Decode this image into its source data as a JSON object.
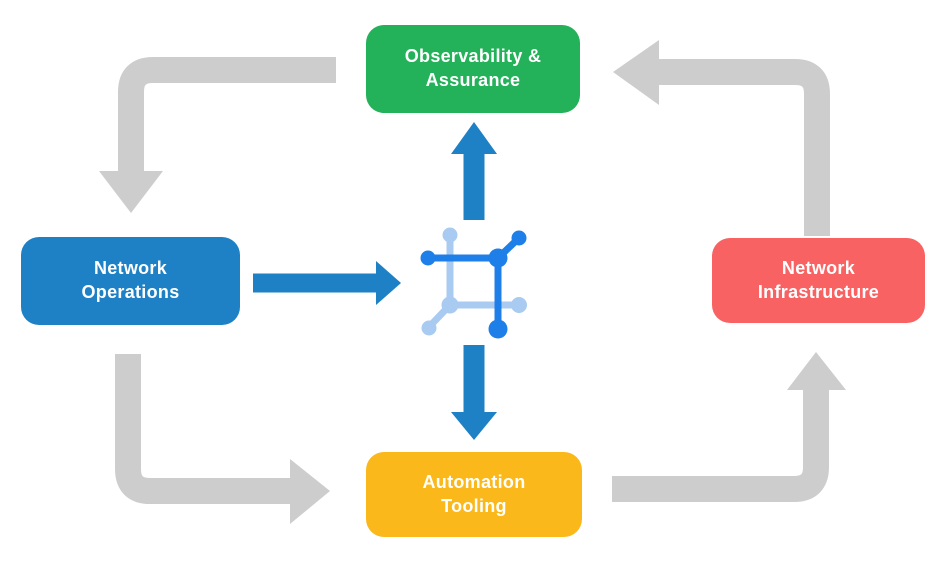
{
  "canvas": {
    "background": "#ffffff"
  },
  "nodes": {
    "observability": {
      "label": "Observability &\nAssurance",
      "color": "#23b159"
    },
    "operations": {
      "label": "Network\nOperations",
      "color": "#1e81c5"
    },
    "infrastructure": {
      "label": "Network\nInfrastructure",
      "color": "#f96262"
    },
    "automation": {
      "label": "Automation\nTooling",
      "color": "#fbb81a"
    }
  },
  "center_icon": {
    "name": "network-mesh-icon",
    "dark_blue": "#1f7fe8",
    "light_blue": "#a9cbf2"
  },
  "arrows": {
    "gray_color": "#cdcdcd",
    "blue_color": "#1e81c5",
    "flows": [
      {
        "from": "Observability & Assurance",
        "to": "Network Operations",
        "style": "gray-elbow"
      },
      {
        "from": "Network Operations",
        "to": "Automation Tooling",
        "style": "gray-elbow"
      },
      {
        "from": "Automation Tooling",
        "to": "Network Infrastructure",
        "style": "gray-elbow"
      },
      {
        "from": "Network Infrastructure",
        "to": "Observability & Assurance",
        "style": "gray-elbow"
      },
      {
        "from": "Network Operations",
        "to": "center-icon",
        "style": "blue-straight"
      },
      {
        "from": "center-icon",
        "to": "Observability & Assurance",
        "style": "blue-straight"
      },
      {
        "from": "center-icon",
        "to": "Automation Tooling",
        "style": "blue-straight"
      }
    ]
  }
}
